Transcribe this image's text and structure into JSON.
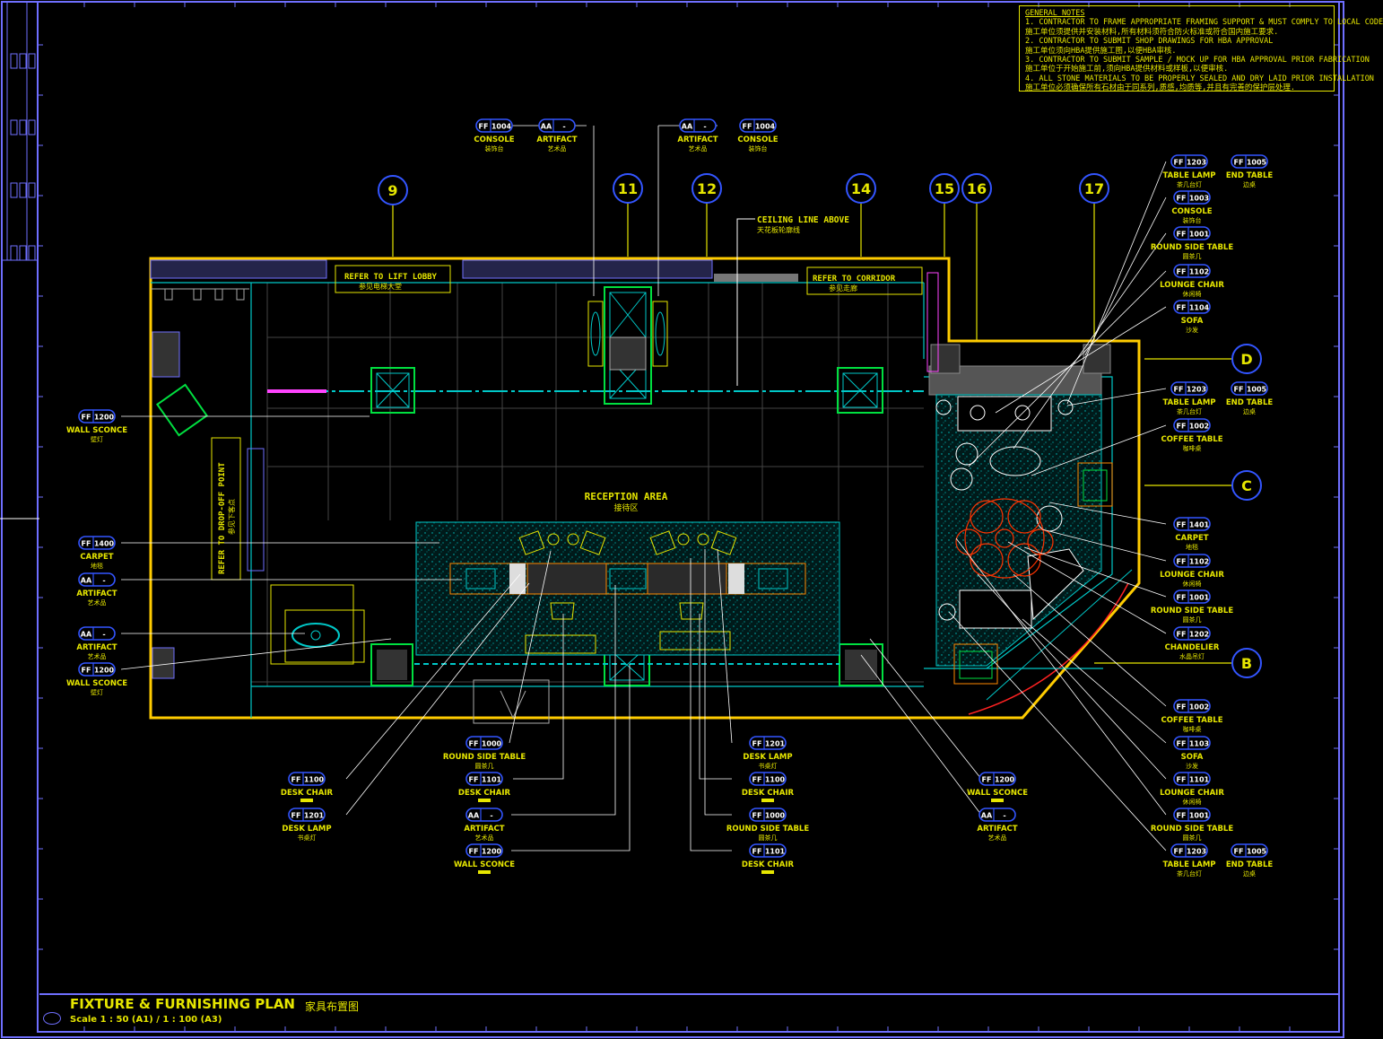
{
  "drawing": {
    "title": "FIXTURE & FURNISHING PLAN",
    "title_cn": "家具布置图",
    "scale": "Scale 1 : 50 (A1) / 1 : 100 (A3)"
  },
  "general_notes": {
    "heading": "GENERAL NOTES",
    "lines": [
      "1.  CONTRACTOR TO FRAME APPROPRIATE FRAMING SUPPORT & MUST COMPLY TO LOCAL CODE",
      "    施工单位须提供并安装材料,所有材料须符合防火标准或符合国内施工要求.",
      "2.  CONTRACTOR TO SUBMIT SHOP DRAWINGS FOR HBA APPROVAL",
      "    施工单位须向HBA提供施工图,以便HBA审核.",
      "3.  CONTRACTOR TO SUBMIT SAMPLE / MOCK UP FOR HBA APPROVAL PRIOR FABRICATION",
      "    施工单位于开始施工前,须向HBA提供材料或样板,以便审核.",
      "4.  ALL STONE MATERIALS TO BE PROPERLY SEALED AND DRY LAID PRIOR INSTALLATION",
      "    施工单位必须确保所有石材由于同系列,质感,均质等,并且有完善的保护层处理."
    ]
  },
  "grid_bubbles": [
    "9",
    "11",
    "12",
    "14",
    "15",
    "16",
    "17",
    "D",
    "C",
    "B"
  ],
  "room_labels": {
    "reception": "RECEPTION AREA",
    "reception_cn": "接待区",
    "ceiling": "CEILING LINE ABOVE",
    "ceiling_cn": "天花板轮廓线",
    "lift_lobby": "REFER TO LIFT LOBBY",
    "lift_lobby_cn": "参见电梯大堂",
    "corridor": "REFER TO CORRIDOR",
    "corridor_cn": "参见走廊",
    "dropoff": "REFER TO DROP-OFF POINT",
    "dropoff_cn": "参见下客点"
  },
  "tags": [
    {
      "id": "t1",
      "code1": "FF",
      "code2": "1004",
      "name": "CONSOLE",
      "cn": "装饰台"
    },
    {
      "id": "t2",
      "code1": "AA",
      "code2": "-",
      "name": "ARTIFACT",
      "cn": "艺术品"
    },
    {
      "id": "t3",
      "code1": "AA",
      "code2": "-",
      "name": "ARTIFACT",
      "cn": "艺术品"
    },
    {
      "id": "t4",
      "code1": "FF",
      "code2": "1004",
      "name": "CONSOLE",
      "cn": "装饰台"
    },
    {
      "id": "t5",
      "code1": "FF",
      "code2": "1203",
      "name": "TABLE LAMP",
      "cn": "茶几台灯"
    },
    {
      "id": "t6",
      "code1": "FF",
      "code2": "1005",
      "name": "END TABLE",
      "cn": "边桌"
    },
    {
      "id": "t7",
      "code1": "FF",
      "code2": "1003",
      "name": "CONSOLE",
      "cn": "装饰台"
    },
    {
      "id": "t8",
      "code1": "FF",
      "code2": "1001",
      "name": "ROUND SIDE TABLE",
      "cn": "圆茶几"
    },
    {
      "id": "t9",
      "code1": "FF",
      "code2": "1102",
      "name": "LOUNGE CHAIR",
      "cn": "休闲椅"
    },
    {
      "id": "t10",
      "code1": "FF",
      "code2": "1104",
      "name": "SOFA",
      "cn": "沙发"
    },
    {
      "id": "t11",
      "code1": "FF",
      "code2": "1203",
      "name": "TABLE LAMP",
      "cn": "茶几台灯"
    },
    {
      "id": "t12",
      "code1": "FF",
      "code2": "1005",
      "name": "END TABLE",
      "cn": "边桌"
    },
    {
      "id": "t13",
      "code1": "FF",
      "code2": "1002",
      "name": "COFFEE TABLE",
      "cn": "咖啡桌"
    },
    {
      "id": "t14",
      "code1": "FF",
      "code2": "1401",
      "name": "CARPET",
      "cn": "地毯"
    },
    {
      "id": "t15",
      "code1": "FF",
      "code2": "1102",
      "name": "LOUNGE CHAIR",
      "cn": "休闲椅"
    },
    {
      "id": "t16",
      "code1": "FF",
      "code2": "1001",
      "name": "ROUND SIDE TABLE",
      "cn": "圆茶几"
    },
    {
      "id": "t17",
      "code1": "FF",
      "code2": "1202",
      "name": "CHANDELIER",
      "cn": "水晶吊灯"
    },
    {
      "id": "t18",
      "code1": "FF",
      "code2": "1002",
      "name": "COFFEE TABLE",
      "cn": "咖啡桌"
    },
    {
      "id": "t19",
      "code1": "FF",
      "code2": "1103",
      "name": "SOFA",
      "cn": "沙发"
    },
    {
      "id": "t20",
      "code1": "FF",
      "code2": "1101",
      "name": "LOUNGE CHAIR",
      "cn": "休闲椅"
    },
    {
      "id": "t21",
      "code1": "FF",
      "code2": "1001",
      "name": "ROUND SIDE TABLE",
      "cn": "圆茶几"
    },
    {
      "id": "t22",
      "code1": "FF",
      "code2": "1203",
      "name": "TABLE LAMP",
      "cn": "茶几台灯"
    },
    {
      "id": "t23",
      "code1": "FF",
      "code2": "1005",
      "name": "END TABLE",
      "cn": "边桌"
    },
    {
      "id": "t24",
      "code1": "FF",
      "code2": "1200",
      "name": "WALL SCONCE",
      "cn": "壁灯"
    },
    {
      "id": "t25",
      "code1": "FF",
      "code2": "1400",
      "name": "CARPET",
      "cn": "地毯"
    },
    {
      "id": "t26",
      "code1": "AA",
      "code2": "-",
      "name": "ARTIFACT",
      "cn": "艺术品"
    },
    {
      "id": "t27",
      "code1": "AA",
      "code2": "-",
      "name": "ARTIFACT",
      "cn": "艺术品"
    },
    {
      "id": "t28",
      "code1": "FF",
      "code2": "1200",
      "name": "WALL SCONCE",
      "cn": "壁灯"
    },
    {
      "id": "t29",
      "code1": "FF",
      "code2": "1000",
      "name": "ROUND SIDE TABLE",
      "cn": "圆茶几"
    },
    {
      "id": "t30",
      "code1": "FF",
      "code2": "1100",
      "name": "DESK CHAIR",
      "cn": ""
    },
    {
      "id": "t31",
      "code1": "FF",
      "code2": "1101",
      "name": "DESK CHAIR",
      "cn": ""
    },
    {
      "id": "t32",
      "code1": "FF",
      "code2": "1201",
      "name": "DESK LAMP",
      "cn": "书桌灯"
    },
    {
      "id": "t33",
      "code1": "AA",
      "code2": "-",
      "name": "ARTIFACT",
      "cn": "艺术品"
    },
    {
      "id": "t34",
      "code1": "FF",
      "code2": "1200",
      "name": "WALL SCONCE",
      "cn": ""
    },
    {
      "id": "t35",
      "code1": "FF",
      "code2": "1201",
      "name": "DESK LAMP",
      "cn": "书桌灯"
    },
    {
      "id": "t36",
      "code1": "FF",
      "code2": "1100",
      "name": "DESK CHAIR",
      "cn": ""
    },
    {
      "id": "t37",
      "code1": "FF",
      "code2": "1000",
      "name": "ROUND SIDE TABLE",
      "cn": "圆茶几"
    },
    {
      "id": "t38",
      "code1": "FF",
      "code2": "1101",
      "name": "DESK CHAIR",
      "cn": ""
    },
    {
      "id": "t39",
      "code1": "FF",
      "code2": "1200",
      "name": "WALL SCONCE",
      "cn": ""
    },
    {
      "id": "t40",
      "code1": "AA",
      "code2": "-",
      "name": "ARTIFACT",
      "cn": "艺术品"
    }
  ],
  "colors": {
    "background": "#000000",
    "frame": "#6f6fff",
    "wall": "#ffcc00",
    "tag": "#3355ff",
    "text": "#e6e600",
    "cyan": "#00c8c8",
    "green": "#00e040",
    "red": "#ff3300",
    "magenta": "#ff44ff"
  }
}
